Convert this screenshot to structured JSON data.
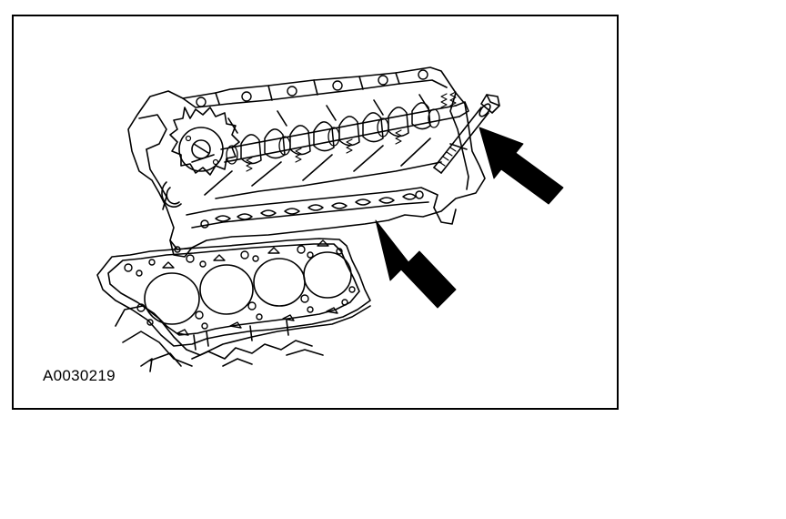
{
  "figure": {
    "id_label": "A0030219"
  },
  "colors": {
    "ink": "#000000",
    "paper": "#ffffff"
  },
  "components": {
    "cylinder_head": "cylinder-head",
    "camshaft": "camshaft",
    "cam_sprocket": "cam-sprocket",
    "bolt": "cylinder-head-bolt",
    "gasket": "head-gasket",
    "engine_block": "engine-block"
  }
}
